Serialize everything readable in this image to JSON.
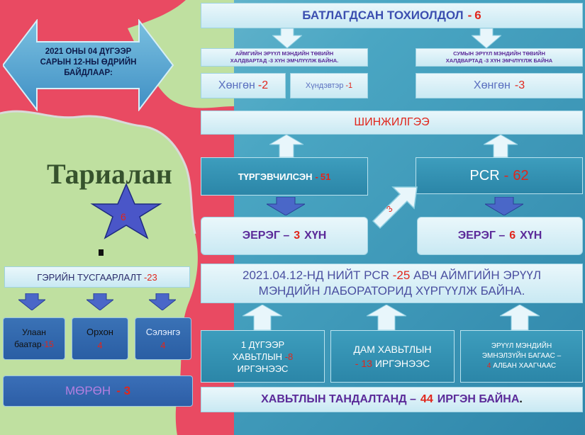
{
  "date_banner": {
    "line1": "2021 ОНЫ 04 ДҮГЭЭР",
    "line2": "САРЫН 12-НЫ ӨДРИЙН",
    "line3": "БАЙДЛААР:"
  },
  "map": {
    "place_label": "Тариалан",
    "star_value": "6"
  },
  "confirmed": {
    "label": "БАТЛАГДСАН ТОХИОЛДОЛ",
    "value": "6"
  },
  "aimag_hospital": {
    "line1": "АЙМГИЙН ЭРҮҮЛ МЭНДИЙН ТӨВИЙН",
    "line2": "ХАЛДВАРТАД -3 ХҮН ЭМЧЛҮҮЛЖ БАЙНА."
  },
  "mild_left": {
    "label": "Хөнгөн",
    "value": "-2"
  },
  "moderate": {
    "label": "Хүндэвтэр",
    "value": "-1"
  },
  "soum_hospital": {
    "line1": "СУМЫН ЭРҮҮЛ МЭНДИЙН ТӨВИЙН",
    "line2": "ХАЛДВАРТАД -3  ХҮН ЭМЧЛҮҮЛЖ БАЙНА"
  },
  "mild_right": {
    "label": "Хөнгөн",
    "value": "-3"
  },
  "testing": {
    "label": "ШИНЖИЛГЭЭ"
  },
  "screening": {
    "label": "ТҮРГЭВЧИЛСЭН",
    "value": "51"
  },
  "pcr": {
    "label": "PCR",
    "value": "62"
  },
  "positive_left": {
    "label_pre": "ЭЕРЭГ –",
    "value": "3",
    "label_post": "ХҮН"
  },
  "positive_right": {
    "label_pre": "ЭЕРЭГ –",
    "value": "6",
    "label_post": "ХҮН"
  },
  "diag_arrow_value": "3",
  "isolation": {
    "label": "ГЭРИЙН ТУСГААРЛАЛТ",
    "value": "-23"
  },
  "cities": [
    {
      "line1": "Улаан",
      "line2": "баатар",
      "value": "-15"
    },
    {
      "line1": "Орхон",
      "value": "4"
    },
    {
      "line1": "Сэлэнгэ",
      "value": "4"
    }
  ],
  "moron": {
    "label": "МӨРӨН",
    "value": "- 3"
  },
  "pcr_sent": {
    "line1_pre": "2021.04.12-НД НИЙТ PCR",
    "line1_value": "-25",
    "line1_post": "АВЧ АЙМГИЙН ЭРҮҮЛ",
    "line2": "МЭНДИЙН ЛАБОРАТОРИД ХҮРГҮҮЛЖ БАЙНА."
  },
  "contacts": [
    {
      "line1": "1 ДҮГЭЭР",
      "line2_pre": "ХАВЬТЛЫН",
      "value": "-8",
      "line3": "ИРГЭНЭЭС"
    },
    {
      "line1": "ДАМ ХАВЬТЛЫН",
      "value": "- 13",
      "line2_post": "ИРГЭНЭЭС"
    },
    {
      "line1": "ЭРҮҮЛ МЭНДИЙН",
      "line2": "ЭМНЭЛЗҮЙН БАГААС –",
      "value": "4",
      "line3_post": "АЛБАН ХААГЧААС"
    }
  ],
  "contact_total": {
    "label_pre": "ХАВЬТЛЫН ТАНДАЛТАНД –",
    "value": "44",
    "label_post": "ИРГЭН БАЙНА",
    "end": "."
  },
  "colors": {
    "accent_red": "#e1261c",
    "purple": "#5b2a99",
    "map_red": "#e94a62",
    "map_green": "#bfe0a0",
    "star": "#4a56c8"
  }
}
